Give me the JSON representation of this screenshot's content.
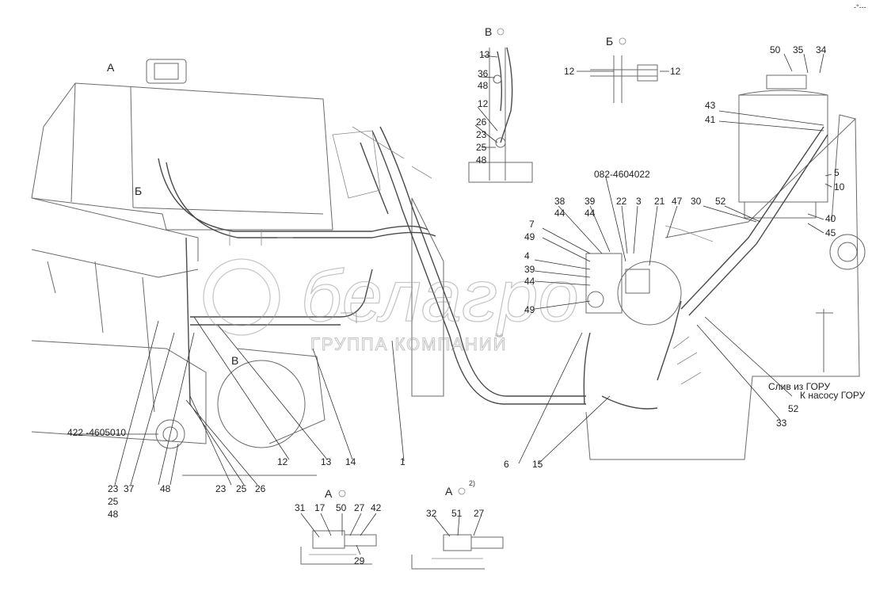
{
  "watermark": {
    "brand": "белагро",
    "subtitle": "ГРУППА КОМПАНИЙ"
  },
  "corner_mark": "-°---",
  "views": {
    "a_main": "А",
    "b_main": "Б",
    "v_main": "В",
    "v_detail": "В",
    "b_detail": "Б",
    "a_detail1": "А",
    "a_detail2": "А",
    "a_detail2_note": "2)"
  },
  "part_refs": {
    "r422": "422 -4605010",
    "r082": "082-4604022"
  },
  "annotations": {
    "drain": "Слив из ГОРУ",
    "pump": "К насосу ГОРУ"
  },
  "callouts": {
    "v13": "13",
    "v36": "36",
    "v48a": "48",
    "v12": "12",
    "v26": "26",
    "v23": "23",
    "v25": "25",
    "v48b": "48",
    "b12l": "12",
    "b12r": "12",
    "t50": "50",
    "t35": "35",
    "t34": "34",
    "t43": "43",
    "t41": "41",
    "t5": "5",
    "t10": "10",
    "m30": "30",
    "m52a": "52",
    "m40": "40",
    "m45": "45",
    "c38": "38",
    "c44a": "44",
    "c39a": "39",
    "c44b": "44",
    "c22": "22",
    "c3": "3",
    "c21": "21",
    "c47": "47",
    "c7": "7",
    "c49a": "49",
    "c4": "4",
    "c39b": "39",
    "c44c": "44",
    "c49b": "49",
    "r52": "52",
    "r33": "33",
    "b12": "12",
    "b13": "13",
    "b14": "14",
    "b1": "1",
    "b6": "6",
    "b15": "15",
    "l23": "23",
    "l37": "37",
    "l25": "25",
    "l48": "48",
    "l48m": "48",
    "l23b": "23",
    "l25b": "25",
    "l26": "26",
    "d31": "31",
    "d17": "17",
    "d50": "50",
    "d27": "27",
    "d42": "42",
    "d29": "29",
    "e32": "32",
    "e51": "51",
    "e27": "27"
  }
}
